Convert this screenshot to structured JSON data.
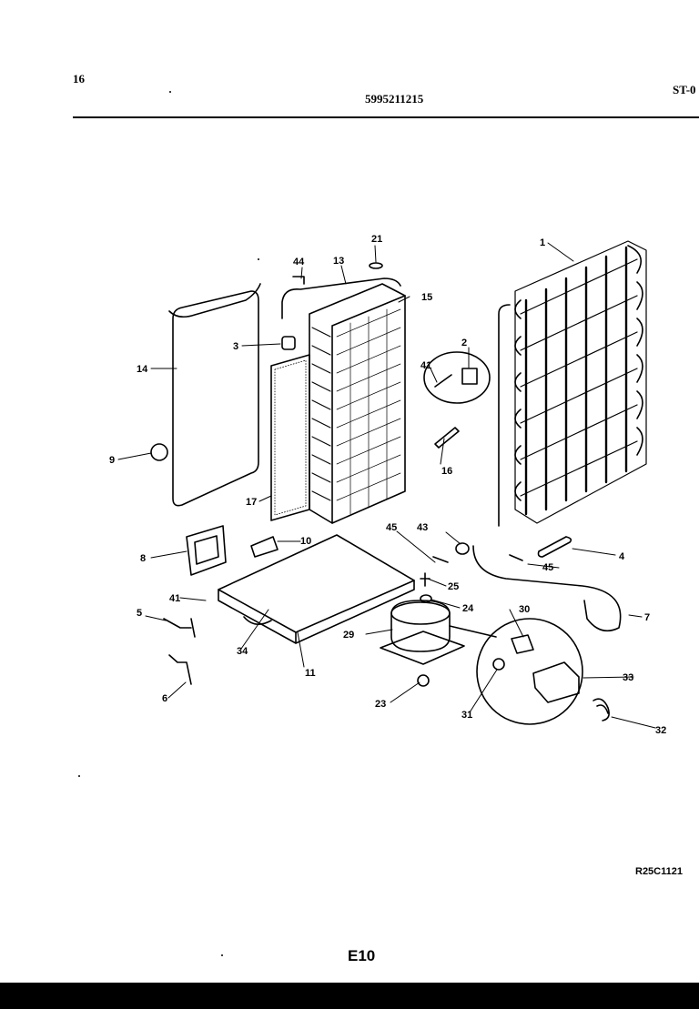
{
  "header": {
    "page_number": "16",
    "part_number": "5995211215",
    "model_code": "ST-0"
  },
  "diagram": {
    "callouts": [
      "1",
      "2",
      "3",
      "4",
      "5",
      "6",
      "7",
      "8",
      "9",
      "10",
      "11",
      "13",
      "14",
      "15",
      "16",
      "17",
      "21",
      "23",
      "24",
      "25",
      "29",
      "30",
      "31",
      "32",
      "33",
      "34",
      "41",
      "41",
      "43",
      "44",
      "45",
      "45"
    ]
  },
  "footer": {
    "reference_code": "R25C1121",
    "page_label": "E10"
  }
}
